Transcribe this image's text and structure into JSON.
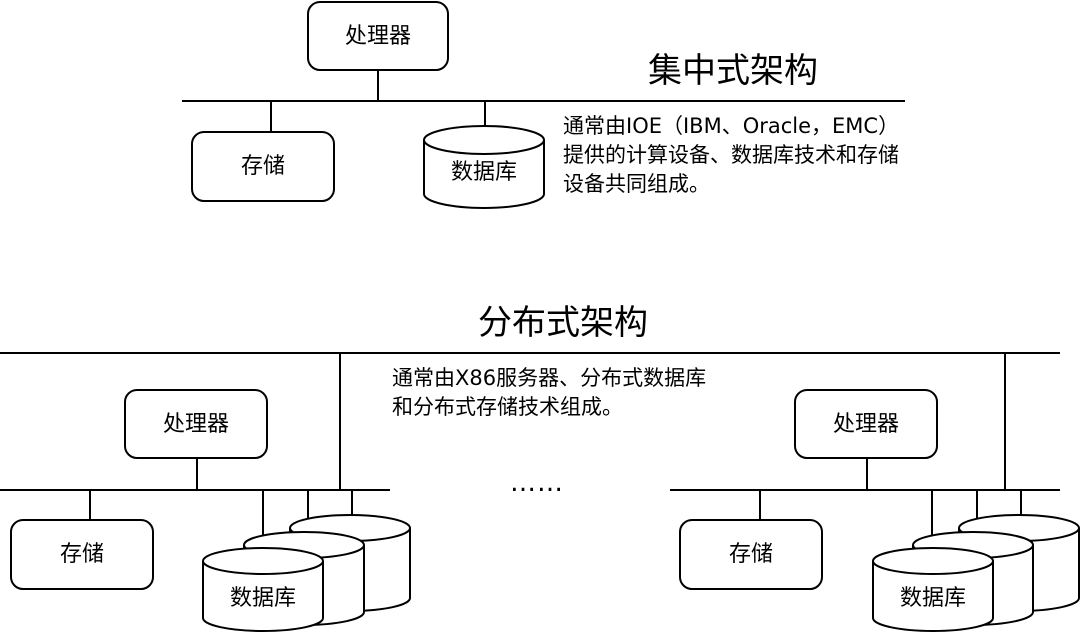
{
  "centralized": {
    "title": "集中式架构",
    "processor": "处理器",
    "storage": "存储",
    "database": "数据库",
    "description": "通常由IOE（IBM、Oracle，EMC）\n提供的计算设备、数据库技术和存储\n设备共同组成。"
  },
  "distributed": {
    "title": "分布式架构",
    "description": "通常由X86服务器、分布式数据库\n和分布式存储技术组成。",
    "ellipsis": "……",
    "left_node": {
      "processor": "处理器",
      "storage": "存储",
      "database": "数据库"
    },
    "right_node": {
      "processor": "处理器",
      "storage": "存储",
      "database": "数据库"
    }
  }
}
